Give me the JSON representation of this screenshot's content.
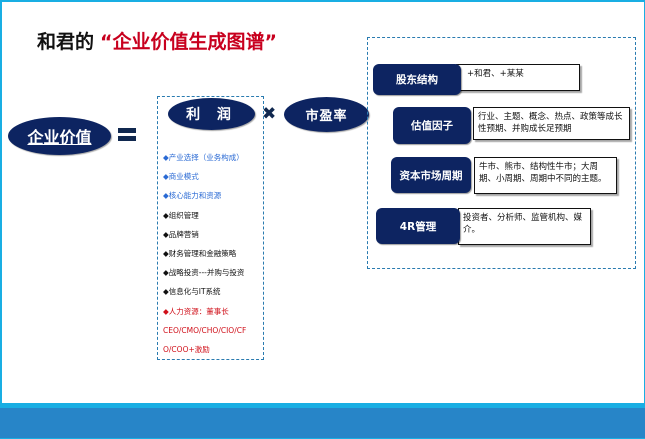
{
  "title": {
    "prefix": "和君的",
    "highlight": "“企业价值生成图谱”"
  },
  "colors": {
    "navy": "#0d2461",
    "title_red": "#c8001e",
    "list_blue": "#2a6ad4",
    "list_red": "#d0101a",
    "frame_cyan": "#19aee3",
    "band_blue": "#2785c8"
  },
  "formula": {
    "enterprise_value": "企业价值",
    "equals_symbol": "equals-icon",
    "profit": "利 润",
    "times_symbol": "✖",
    "pe_ratio": "市盈率"
  },
  "profit_factors": [
    {
      "text": "◆产业选择（业务构成）",
      "color": "blue"
    },
    {
      "text": "◆商业模式",
      "color": "blue"
    },
    {
      "text": "◆核心能力和资源",
      "color": "blue"
    },
    {
      "text": "◆组织管理",
      "color": "black"
    },
    {
      "text": "◆品牌营销",
      "color": "black"
    },
    {
      "text": "◆财务管理和金融策略",
      "color": "black"
    },
    {
      "text": "◆战略投资---并购与投资",
      "color": "black"
    },
    {
      "text": "◆信息化与IT系统",
      "color": "black"
    },
    {
      "text": "◆人力资源：董事长",
      "color": "red"
    },
    {
      "text": "CEO/CMO/CHO/CIO/CF",
      "color": "red"
    },
    {
      "text": "O/COO+激励",
      "color": "red"
    }
  ],
  "pe_factors": [
    {
      "label": "股东结构",
      "desc": "+和君、+某某"
    },
    {
      "label": "估值因子",
      "desc": "行业、主题、概念、热点、政策等成长性预期、并购成长足预期"
    },
    {
      "label": "资本市场周期",
      "desc": "牛市、熊市、结构性牛市；大周期、小周期、周期中不同的主题。"
    },
    {
      "label": "4R管理",
      "desc": "投资者、分析师、监管机构、媒介。"
    }
  ]
}
